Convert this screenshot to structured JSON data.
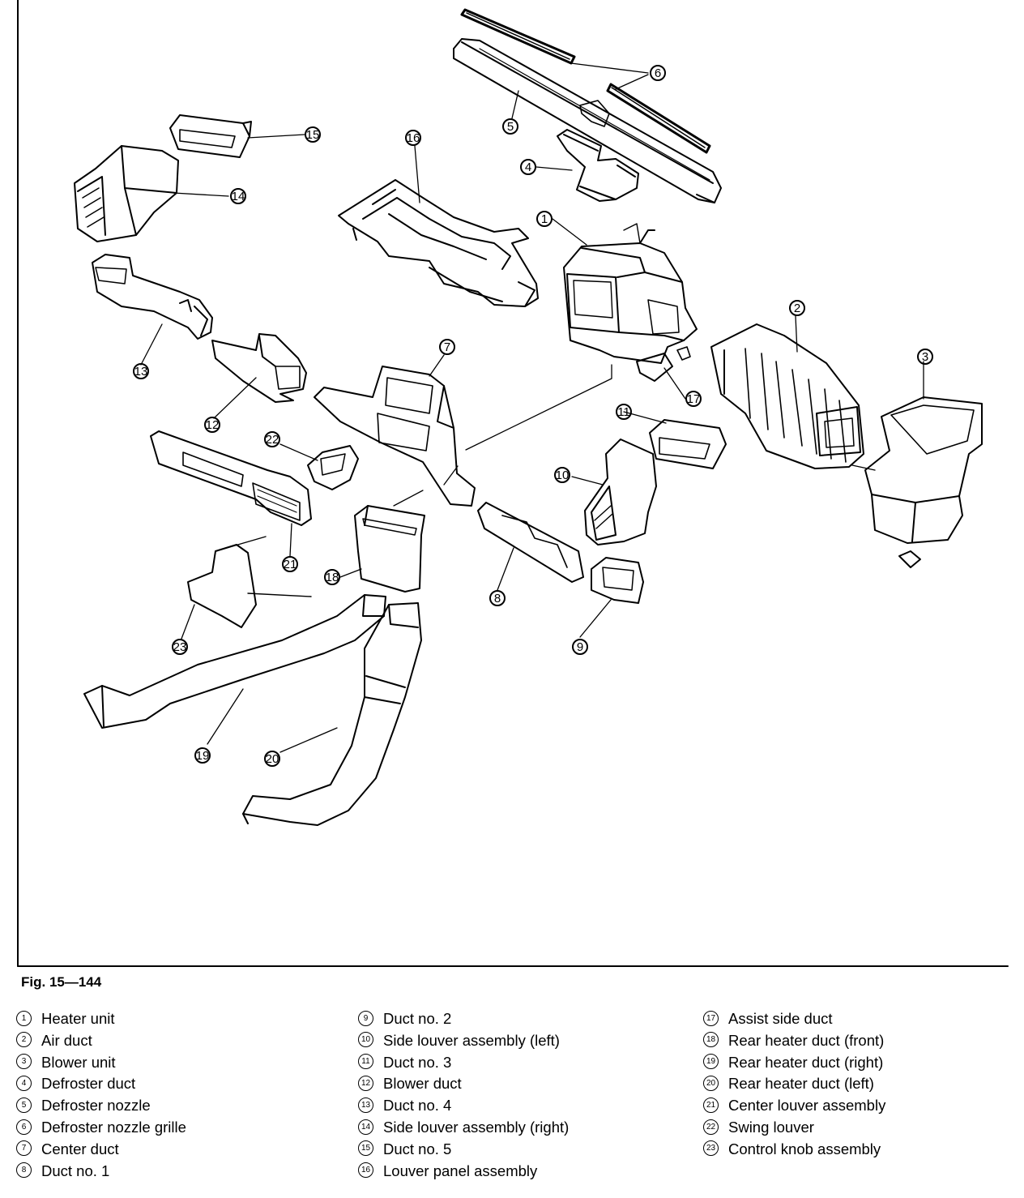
{
  "figure": {
    "caption": "Fig. 15—144",
    "callouts": [
      {
        "num": "1",
        "label": "Heater unit"
      },
      {
        "num": "2",
        "label": "Air duct"
      },
      {
        "num": "3",
        "label": "Blower unit"
      },
      {
        "num": "4",
        "label": "Defroster duct"
      },
      {
        "num": "5",
        "label": "Defroster nozzle"
      },
      {
        "num": "6",
        "label": "Defroster nozzle grille"
      },
      {
        "num": "7",
        "label": "Center duct"
      },
      {
        "num": "8",
        "label": "Duct no. 1"
      },
      {
        "num": "9",
        "label": "Duct no. 2"
      },
      {
        "num": "10",
        "label": "Side louver assembly (left)"
      },
      {
        "num": "11",
        "label": "Duct no. 3"
      },
      {
        "num": "12",
        "label": "Blower duct"
      },
      {
        "num": "13",
        "label": "Duct no. 4"
      },
      {
        "num": "14",
        "label": "Side louver assembly (right)"
      },
      {
        "num": "15",
        "label": "Duct no. 5"
      },
      {
        "num": "16",
        "label": "Louver panel assembly"
      },
      {
        "num": "17",
        "label": "Assist side duct"
      },
      {
        "num": "18",
        "label": "Rear heater duct (front)"
      },
      {
        "num": "19",
        "label": "Rear heater duct (right)"
      },
      {
        "num": "20",
        "label": "Rear heater duct (left)"
      },
      {
        "num": "21",
        "label": "Center louver assembly"
      },
      {
        "num": "22",
        "label": "Swing louver"
      },
      {
        "num": "23",
        "label": "Control knob assembly"
      }
    ]
  }
}
